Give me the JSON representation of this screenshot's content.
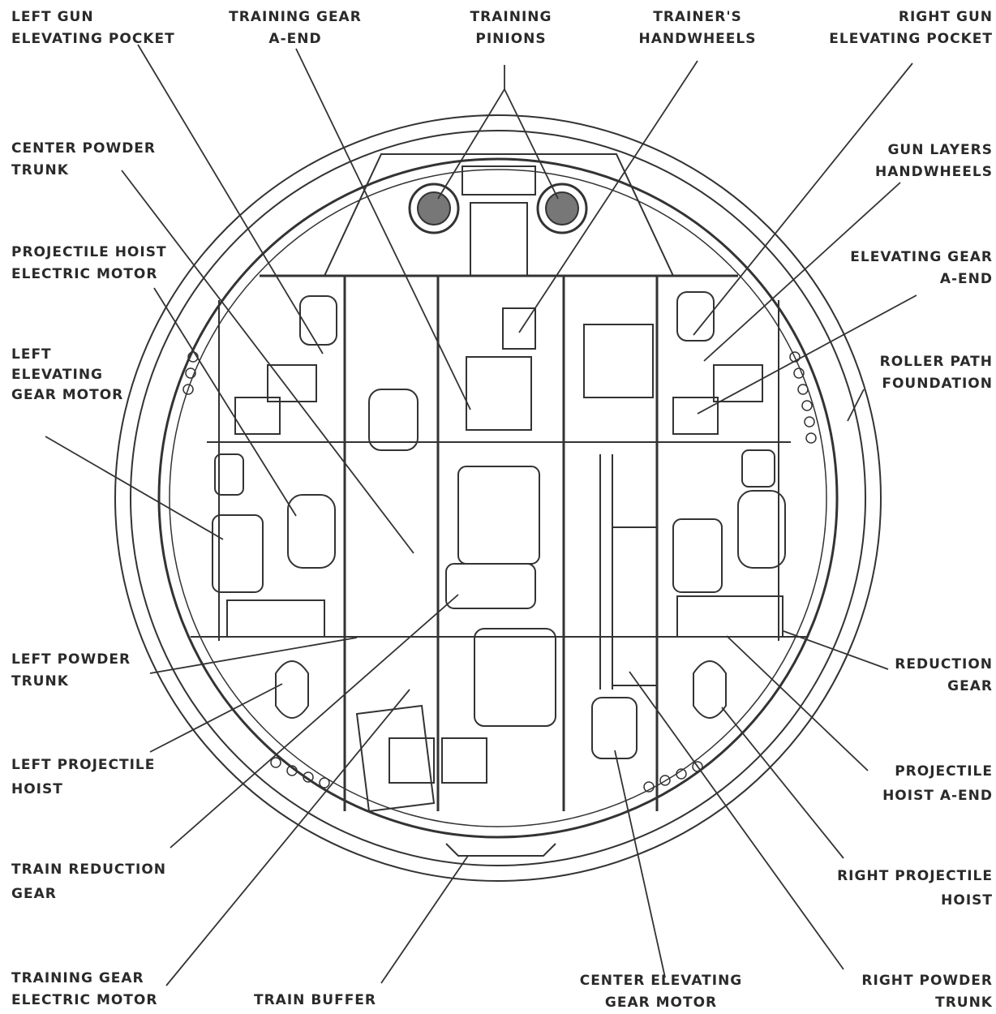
{
  "labels": {
    "left_gun_elevating_pocket": [
      "LEFT GUN",
      "ELEVATING POCKET"
    ],
    "training_gear_a_end": [
      "TRAINING GEAR",
      "A-END"
    ],
    "training_pinions": [
      "TRAINING",
      "PINIONS"
    ],
    "trainers_handwheels": [
      "TRAINER'S",
      "HANDWHEELS"
    ],
    "right_gun_elevating_pocket": [
      "RIGHT GUN",
      "ELEVATING POCKET"
    ],
    "center_powder_trunk": [
      "CENTER POWDER",
      "TRUNK"
    ],
    "gun_layers_handwheels": [
      "GUN LAYERS",
      "HANDWHEELS"
    ],
    "projectile_hoist_electric_motor": [
      "PROJECTILE HOIST",
      "ELECTRIC MOTOR"
    ],
    "elevating_gear_a_end": [
      "ELEVATING GEAR",
      "A-END"
    ],
    "left_elevating_gear_motor": [
      "LEFT",
      "ELEVATING",
      "GEAR MOTOR"
    ],
    "roller_path_foundation": [
      "ROLLER PATH",
      "FOUNDATION"
    ],
    "left_powder_trunk": [
      "LEFT POWDER",
      "TRUNK"
    ],
    "reduction_gear": [
      "REDUCTION",
      "GEAR"
    ],
    "left_projectile_hoist": [
      "LEFT PROJECTILE",
      "HOIST"
    ],
    "projectile_hoist_a_end": [
      "PROJECTILE",
      "HOIST A-END"
    ],
    "train_reduction_gear": [
      "TRAIN REDUCTION",
      "GEAR"
    ],
    "right_projectile_hoist": [
      "RIGHT PROJECTILE",
      "HOIST"
    ],
    "training_gear_electric_motor": [
      "TRAINING GEAR",
      "ELECTRIC MOTOR"
    ],
    "train_buffer": [
      "TRAIN BUFFER"
    ],
    "center_elevating_gear_motor": [
      "CENTER ELEVATING",
      "GEAR MOTOR"
    ],
    "right_powder_trunk": [
      "RIGHT POWDER",
      "TRUNK"
    ]
  },
  "colors": {
    "ink": "#2a2a2a",
    "paper": "#ffffff"
  }
}
